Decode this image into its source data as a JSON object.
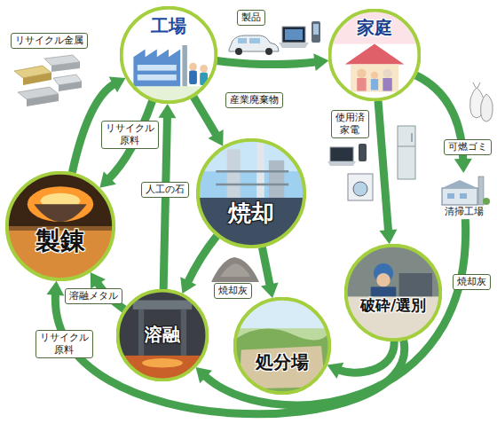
{
  "diagram": {
    "nodes": [
      {
        "text": [
          "工場"
        ]
      },
      {
        "text": [
          "家庭"
        ]
      },
      {
        "text": [
          "製錬"
        ]
      },
      {
        "text": [
          "焼却"
        ]
      },
      {
        "text": [
          "清掃工場"
        ]
      },
      {
        "text": [
          "破砕/選別"
        ]
      },
      {
        "text": [
          "溶融"
        ]
      },
      {
        "text": [
          "処分場"
        ]
      }
    ],
    "edges": [
      {
        "from": 0,
        "to": 1,
        "arrow": "to",
        "label": "製品"
      },
      {
        "from": 0,
        "to": 3,
        "arrow": "to",
        "label": "産業廃棄物"
      },
      {
        "from": 1,
        "to": 5,
        "arrow": "to",
        "label": "使用済 家電"
      },
      {
        "from": 1,
        "to": 4,
        "arrow": "to",
        "label": "可燃ゴミ"
      },
      {
        "from": 4,
        "to": 6,
        "arrow": "to",
        "label": "焼却灰"
      },
      {
        "from": 5,
        "to": 7,
        "arrow": "to"
      },
      {
        "from": 5,
        "to": 2,
        "arrow": "to",
        "label": "リサイクル 原料"
      },
      {
        "from": 3,
        "to": 6,
        "arrow": "to",
        "label": "焼却灰"
      },
      {
        "from": 3,
        "to": 7,
        "arrow": "to"
      },
      {
        "from": 6,
        "to": 2,
        "arrow": "to",
        "label": "溶融メタル"
      },
      {
        "from": 6,
        "to": 0,
        "arrow": "to",
        "label": "人工の石"
      },
      {
        "from": 2,
        "to": 0,
        "arrow": "to",
        "label": "リサイクル金属"
      },
      {
        "from": 0,
        "to": 2,
        "arrow": "to",
        "label": "リサイクル 原料"
      }
    ]
  }
}
